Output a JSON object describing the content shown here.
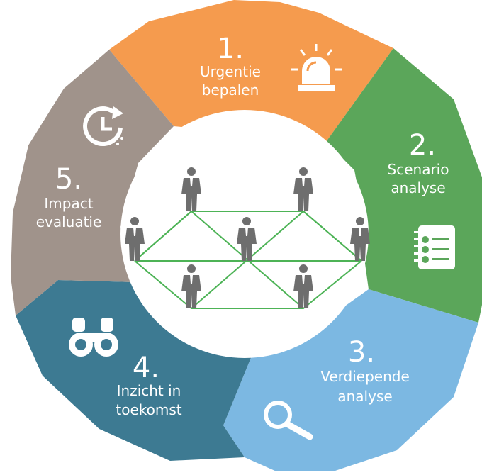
{
  "segments": [
    {
      "number": "1.",
      "line1": "Urgentie",
      "line2": "bepalen",
      "icon": "siren-icon",
      "color": "#F59B4E"
    },
    {
      "number": "2.",
      "line1": "Scenario",
      "line2": "analyse",
      "icon": "numbered-list-icon",
      "color": "#5BA65A"
    },
    {
      "number": "3.",
      "line1": "Verdiepende",
      "line2": "analyse",
      "icon": "magnifier-icon",
      "color": "#7CB8E2"
    },
    {
      "number": "4.",
      "line1": "Inzicht in",
      "line2": "toekomst",
      "icon": "binoculars-icon",
      "color": "#3D7A92"
    },
    {
      "number": "5.",
      "line1": "Impact",
      "line2": "evaluatie",
      "icon": "clock-arrow-icon",
      "color": "#A0938B"
    }
  ],
  "center": {
    "network_color": "#4DB356",
    "person_color": "#6E6E6E",
    "icon": "people-network-icon"
  }
}
